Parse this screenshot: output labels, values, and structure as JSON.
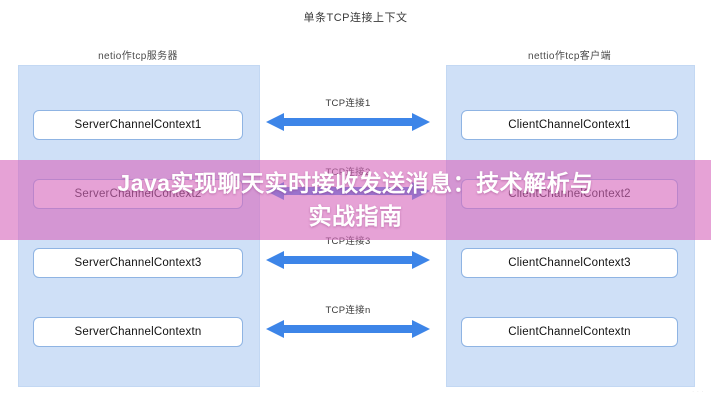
{
  "diagram": {
    "title": "单条TCP连接上下文",
    "panels": {
      "left": {
        "label": "netio作tcp服务器"
      },
      "right": {
        "label": "nettio作tcp客户端"
      }
    },
    "server_boxes": [
      {
        "label": "ServerChannelContext1"
      },
      {
        "label": "ServerChannelContext2"
      },
      {
        "label": "ServerChannelContext3"
      },
      {
        "label": "ServerChannelContextn"
      }
    ],
    "client_boxes": [
      {
        "label": "ClientChannelContext1"
      },
      {
        "label": "ClientChannelContext2"
      },
      {
        "label": "ClientChannelContext3"
      },
      {
        "label": "ClientChannelContextn"
      }
    ],
    "connections": [
      {
        "label": "TCP连接1"
      },
      {
        "label": "TCP连接2"
      },
      {
        "label": "TCP连接3"
      },
      {
        "label": "TCP连接n"
      }
    ],
    "colors": {
      "panel_fill": "#cfe0f7",
      "box_border": "#8fb4e3",
      "box_fill": "#ffffff",
      "arrow": "#3d85e8",
      "banner": "#d669bd",
      "banner_text": "#ffffff"
    }
  },
  "overlay": {
    "headline_line1": "Java实现聊天实时接收发送消息：技术解析与",
    "headline_line2": "实战指南"
  },
  "watermark": {
    "text": "· · ·"
  }
}
